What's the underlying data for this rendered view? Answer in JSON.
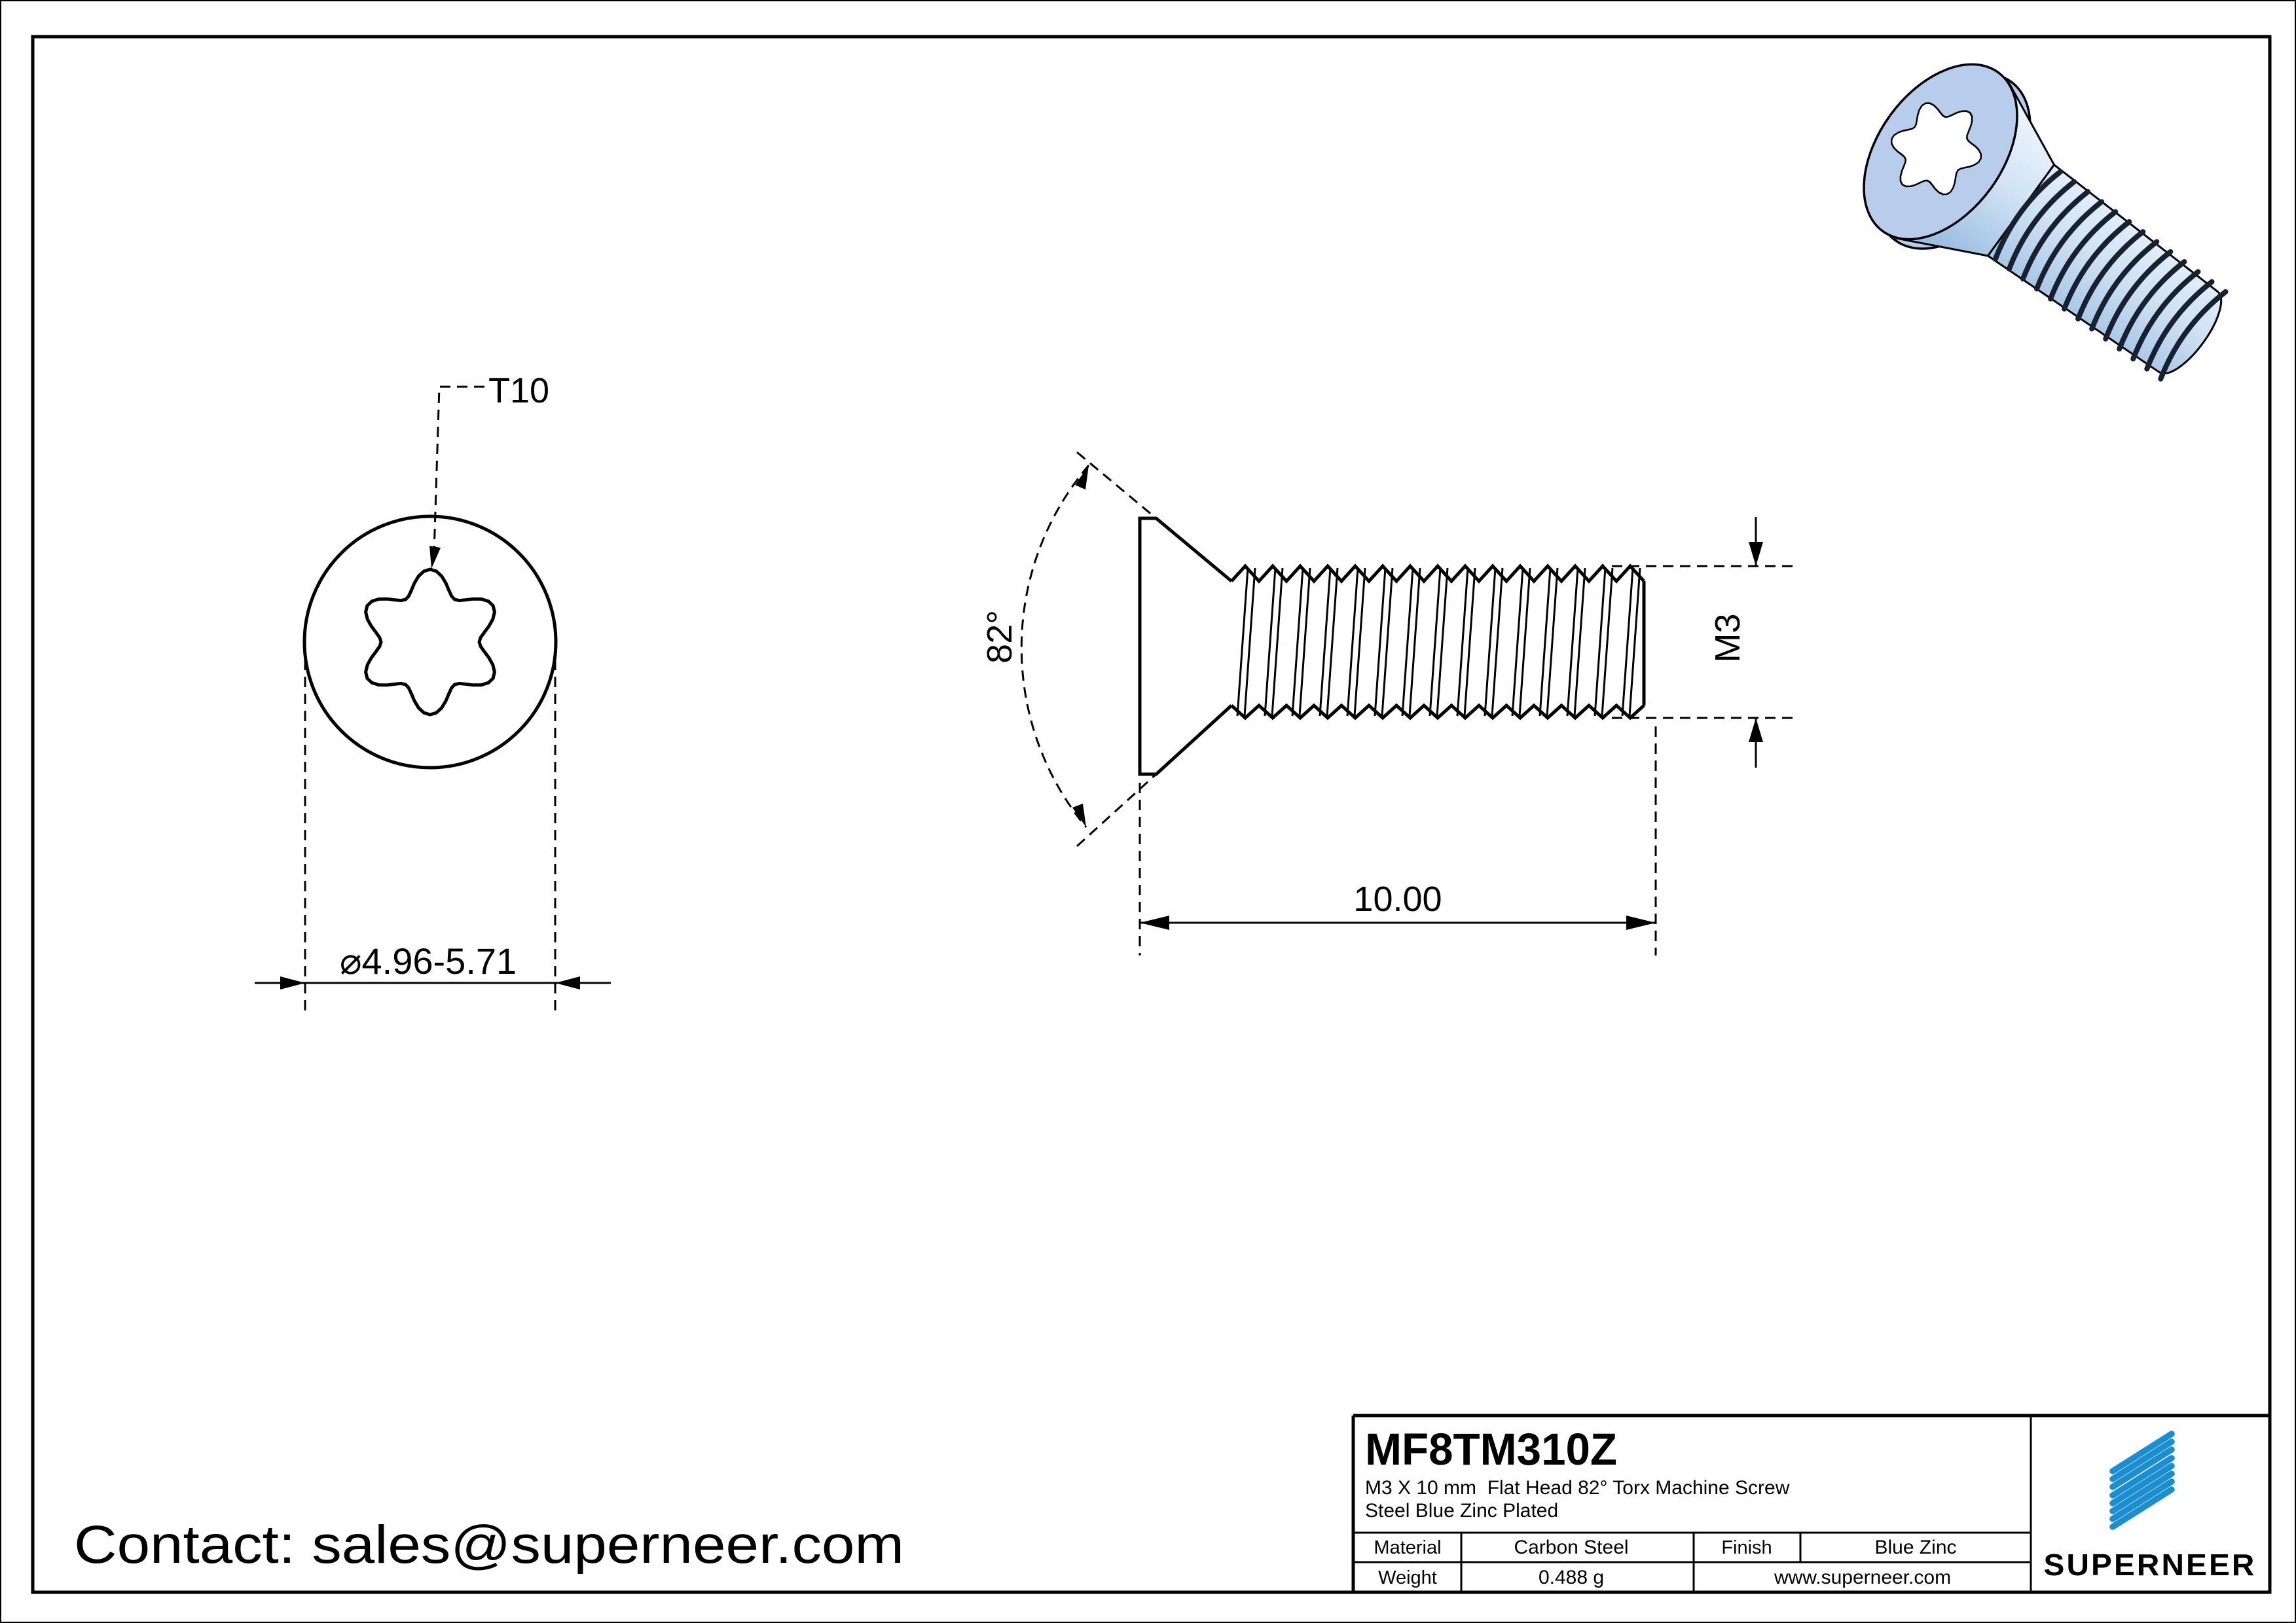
{
  "page": {
    "contact": "Contact: sales@superneer.com"
  },
  "views": {
    "front_view": {
      "drive_label": "T10",
      "head_diameter_label": "⌀4.96-5.71"
    },
    "side_view": {
      "head_angle_label": "82°",
      "length_label": "10.00",
      "thread_size_label": "M3"
    }
  },
  "title_block": {
    "part_number": "MF8TM310Z",
    "description_line1": "M3 X 10 mm  Flat Head 82° Torx Machine Screw",
    "description_line2": "Steel Blue Zinc Plated",
    "material_label": "Material",
    "material_value": "Carbon Steel",
    "finish_label": "Finish",
    "finish_value": "Blue Zinc",
    "weight_label": "Weight",
    "weight_value": "0.488 g",
    "website": "www.superneer.com",
    "brand": "SUPERNEER"
  },
  "colors": {
    "brand_blue": "#1b8ed3",
    "link_blue": "#1d87d2",
    "screw_head_fill": "#b8cdeb",
    "screw_body_light": "#e8f1fa",
    "screw_body_dark": "#9dbfe2",
    "line_black": "#000000"
  }
}
